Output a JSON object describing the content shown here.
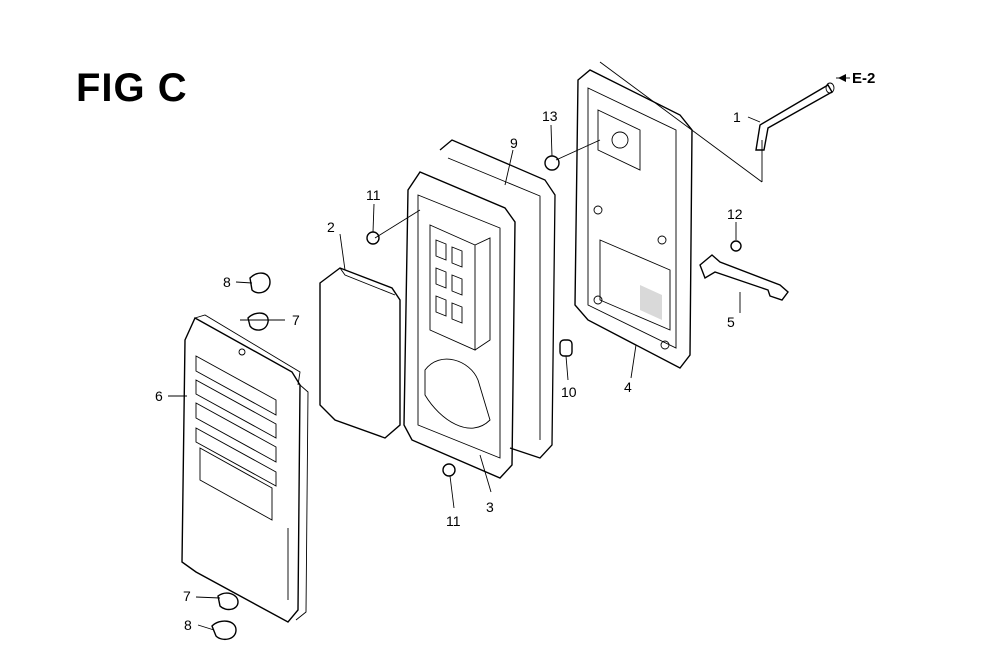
{
  "figure": {
    "title": "FIG C"
  },
  "reference": {
    "label": "E-2"
  },
  "callouts": {
    "n1": "1",
    "n2": "2",
    "n3": "3",
    "n4": "4",
    "n5": "5",
    "n6": "6",
    "n7a": "7",
    "n7b": "7",
    "n8a": "8",
    "n8b": "8",
    "n9": "9",
    "n10": "10",
    "n11a": "11",
    "n11b": "11",
    "n12": "12",
    "n13": "13"
  }
}
